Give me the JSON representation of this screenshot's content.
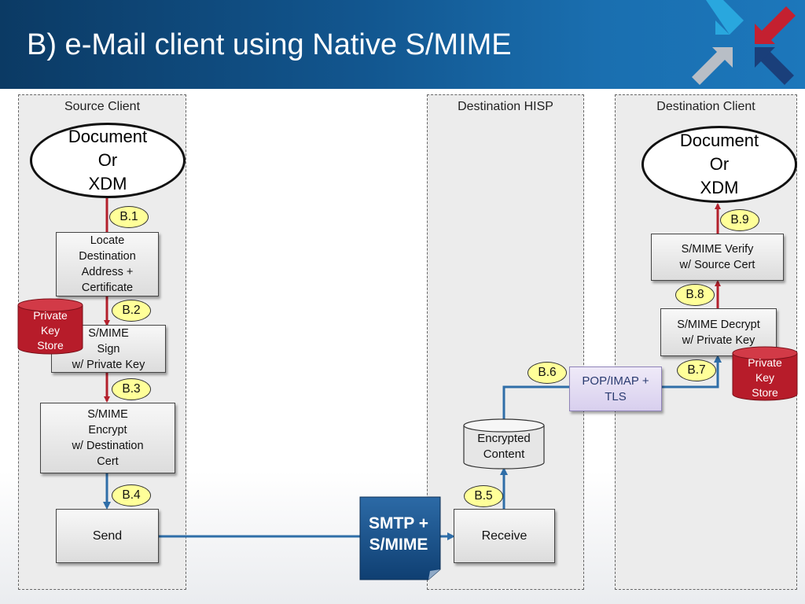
{
  "slide": {
    "title": "B) e-Mail client using Native S/MIME"
  },
  "lanes": [
    {
      "title": "Source Client"
    },
    {
      "title": "Destination HISP"
    },
    {
      "title": "Destination Client"
    }
  ],
  "source": {
    "document": "Document\nOr\nXDM",
    "locate": "Locate\nDestination\nAddress +\nCertificate",
    "sign": "S/MIME\nSign\nw/ Private Key",
    "encrypt": "S/MIME\nEncrypt\nw/ Destination\nCert",
    "send": "Send",
    "key_store": "Private\nKey\nStore"
  },
  "hisp": {
    "receive": "Receive",
    "encrypted": "Encrypted\nContent"
  },
  "transport": {
    "smtp": "SMTP +\nS/MIME"
  },
  "pop": "POP/IMAP +\nTLS",
  "dest": {
    "document": "Document\nOr\nXDM",
    "verify": "S/MIME Verify\nw/ Source Cert",
    "decrypt": "S/MIME Decrypt\nw/ Private Key",
    "key_store": "Private\nKey\nStore"
  },
  "steps": [
    "B.1",
    "B.2",
    "B.3",
    "B.4",
    "B.5",
    "B.6",
    "B.7",
    "B.8",
    "B.9"
  ],
  "colors": {
    "red_arrow": "#b3202c",
    "blue_arrow": "#2f6ea8",
    "cylinder_red": "#b71c2a",
    "badge": "#ffff99"
  }
}
